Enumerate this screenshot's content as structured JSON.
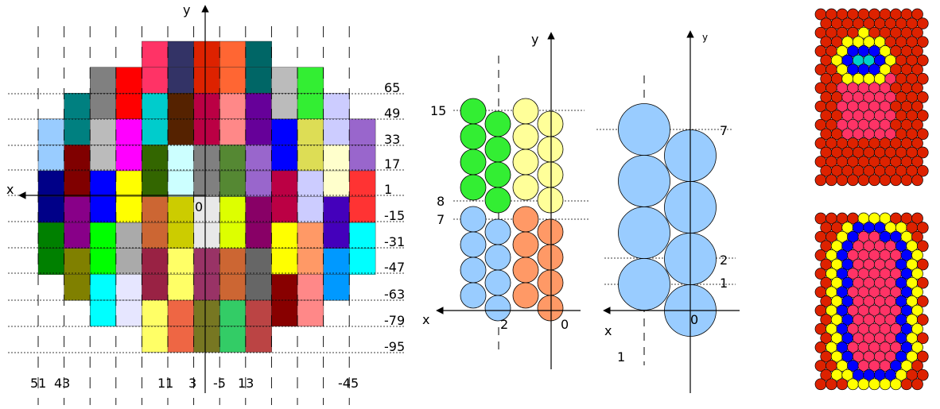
{
  "panel_left": {
    "axis_x_label": "x",
    "axis_y_label": "y",
    "origin_label": "0",
    "row_labels": [
      "65",
      "49",
      "33",
      "17",
      "1",
      "-15",
      "-31",
      "-47",
      "-63",
      "-79",
      "-95"
    ],
    "col_labels": [
      "51",
      "43",
      "11",
      "3",
      "-5",
      "13",
      "-45"
    ],
    "grid_colors": [
      [
        "",
        "",
        "",
        "",
        "#ff3366",
        "#333366",
        "#dd2200",
        "#ff6633",
        "#006666",
        "",
        "",
        "",
        "",
        ""
      ],
      [
        "",
        "",
        "#808080",
        "#ff0000",
        "#ff3366",
        "#333366",
        "#dd2200",
        "#ff6633",
        "#006666",
        "#bbbbbb",
        "#33ee33",
        "",
        "",
        ""
      ],
      [
        "",
        "#008080",
        "#808080",
        "#ff0000",
        "#00cccc",
        "#552200",
        "#bb0044",
        "#ff8888",
        "#660099",
        "#bbbbbb",
        "#33ee33",
        "#ccccff",
        "",
        ""
      ],
      [
        "#99ccff",
        "#008080",
        "#bbbbbb",
        "#ff00ff",
        "#00cccc",
        "#552200",
        "#bb0044",
        "#ff8888",
        "#660099",
        "#0000ff",
        "#dddd55",
        "#ccccff",
        "#9966cc",
        ""
      ],
      [
        "#99ccff",
        "#800000",
        "#bbbbbb",
        "#ff00ff",
        "#336600",
        "#ccffff",
        "#808080",
        "#558833",
        "#9966cc",
        "#0000ff",
        "#dddd55",
        "#ffffcc",
        "#9966cc",
        ""
      ],
      [
        "#000088",
        "#800000",
        "#0000ff",
        "#ffff00",
        "#336600",
        "#ccffff",
        "#808080",
        "#558833",
        "#9966cc",
        "#bb0044",
        "#ccccff",
        "#ffffcc",
        "#ff3333",
        ""
      ],
      [
        "#000088",
        "#880088",
        "#0000ff",
        "#ffff00",
        "#cc6633",
        "#cccc00",
        "#e8e8e8",
        "#ddff00",
        "#880066",
        "#bb0044",
        "#ccccff",
        "#4400bb",
        "#ff3333",
        ""
      ],
      [
        "#008000",
        "#880088",
        "#00ff00",
        "#aaaaaa",
        "#cc6633",
        "#cccc00",
        "#e8e8e8",
        "#ddff00",
        "#880066",
        "#ffff00",
        "#ff9966",
        "#4400bb",
        "#00ffff",
        ""
      ],
      [
        "#008000",
        "#808000",
        "#00ff00",
        "#aaaaaa",
        "#992244",
        "#ffff66",
        "#993366",
        "#cc6633",
        "#666666",
        "#ffff00",
        "#ff9966",
        "#0099ff",
        "#00ffff",
        ""
      ],
      [
        "",
        "#808000",
        "#00ffff",
        "#e6e6ff",
        "#992244",
        "#ffff66",
        "#993366",
        "#cc6633",
        "#666666",
        "#880000",
        "#ff8888",
        "#0099ff",
        "",
        ""
      ],
      [
        "",
        "",
        "#00ffff",
        "#e6e6ff",
        "#ffff66",
        "#ee6644",
        "#777722",
        "#33cc66",
        "#bb4444",
        "#880000",
        "#ff8888",
        "",
        "",
        ""
      ],
      [
        "",
        "",
        "",
        "",
        "#ffff66",
        "#ee6644",
        "#777722",
        "#33cc66",
        "#bb4444",
        "",
        "",
        "",
        "",
        ""
      ]
    ]
  },
  "panel_middle": {
    "axis_x_label": "x",
    "axis_y_label": "y",
    "y_labels": [
      "15",
      "8",
      "7"
    ],
    "x_labels": [
      "2",
      "0"
    ],
    "colors": {
      "green": "#33ee33",
      "yellow": "#ffff99",
      "blue": "#99ccff",
      "orange": "#ff9966"
    }
  },
  "panel_right": {
    "axis_x_label": "x",
    "axis_y_label": "y",
    "y_labels": [
      "7",
      "2",
      "1"
    ],
    "x_labels": [
      "0",
      "1"
    ],
    "colors": {
      "blue": "#99ccff"
    }
  },
  "panel_far_right": {
    "colors": {
      "red": "#dd2200",
      "pink": "#ff3366",
      "yellow": "#ffff00",
      "blue": "#0000ff",
      "cyan": "#00cccc"
    }
  }
}
